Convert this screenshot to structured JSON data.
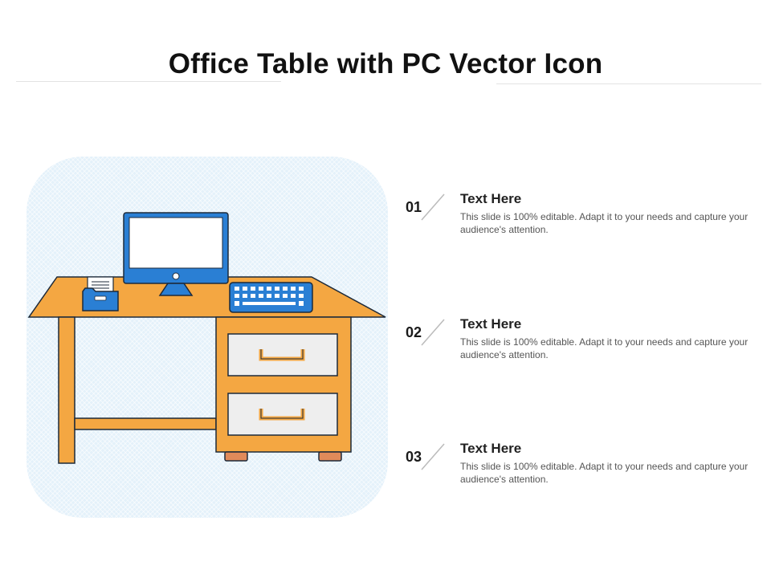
{
  "slide": {
    "title": "Office Table with PC Vector Icon"
  },
  "colors": {
    "desk": "#f4a742",
    "outline": "#1d2a3a",
    "monitor": "#2a7fd4",
    "screen": "#ffffff",
    "drawer": "#eeeeee",
    "handle": "#f4a742",
    "icon_background": "#e4f1fa"
  },
  "items": [
    {
      "number": "01",
      "heading": "Text Here",
      "text": "This slide is 100% editable. Adapt it to your needs and capture your audience's attention."
    },
    {
      "number": "02",
      "heading": "Text Here",
      "text": "This slide is 100% editable. Adapt it to your needs and capture your audience's attention."
    },
    {
      "number": "03",
      "heading": "Text Here",
      "text": "This slide is 100% editable. Adapt it to your needs and capture your audience's attention."
    }
  ]
}
